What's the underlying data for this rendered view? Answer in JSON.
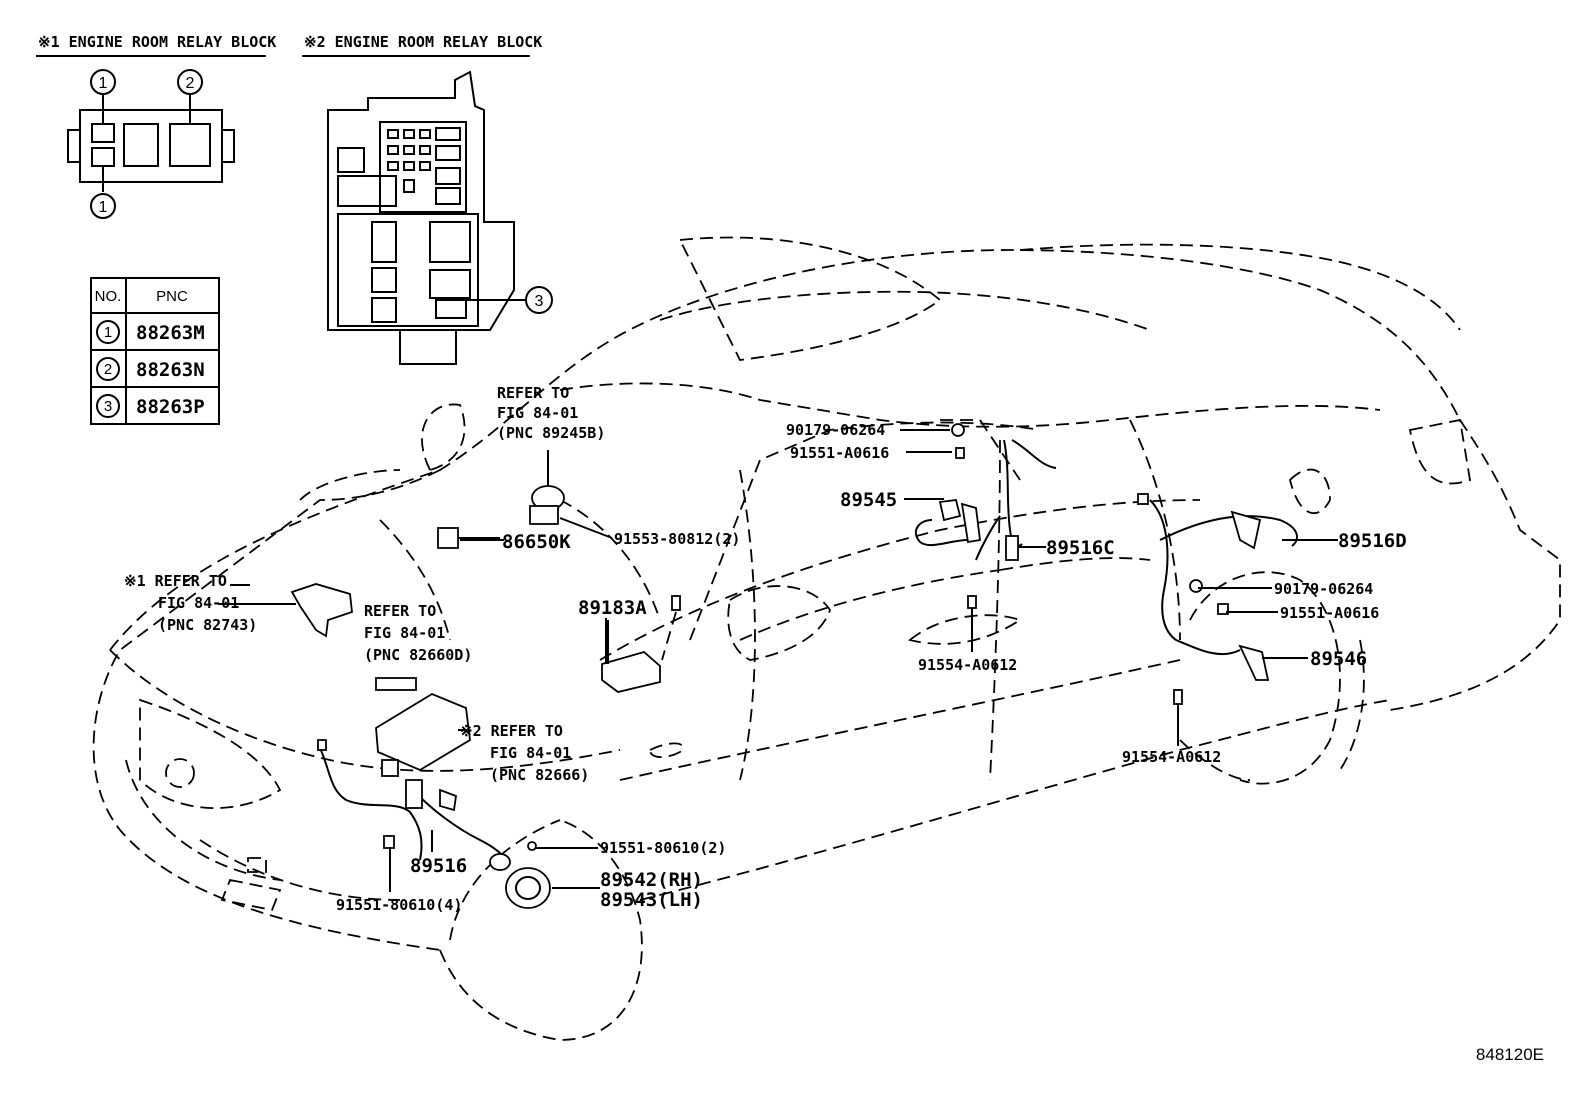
{
  "relay_block_1": {
    "title": "※1 ENGINE ROOM RELAY BLOCK",
    "marks": [
      "1",
      "2",
      "1"
    ]
  },
  "relay_block_2": {
    "title": "※2 ENGINE ROOM RELAY BLOCK",
    "mark": "3"
  },
  "pnc_table": {
    "headers": [
      "NO.",
      "PNC"
    ],
    "rows": [
      {
        "no": "1",
        "pnc": "88263M"
      },
      {
        "no": "2",
        "pnc": "88263N"
      },
      {
        "no": "3",
        "pnc": "88263P"
      }
    ]
  },
  "callouts": {
    "refer_89245b": [
      "REFER TO",
      "FIG 84-01",
      "(PNC 89245B)"
    ],
    "refer_82743": [
      "※1 REFER TO",
      "FIG 84-01",
      "(PNC 82743)"
    ],
    "refer_82660d": [
      "REFER TO",
      "FIG 84-01",
      "(PNC 82660D)"
    ],
    "refer_82666": [
      "※2 REFER TO",
      "FIG 84-01",
      "(PNC 82666)"
    ],
    "p86650k": "86650K",
    "p91553_80812": "91553-80812(2)",
    "p89183a": "89183A",
    "p90179_06264_a": "90179-06264",
    "p91551_a0616_a": "91551-A0616",
    "p89545": "89545",
    "p89516c": "89516C",
    "p91554_a0612_a": "91554-A0612",
    "p89516d": "89516D",
    "p90179_06264_b": "90179-06264",
    "p91551_a0616_b": "91551-A0616",
    "p89546": "89546",
    "p91554_a0612_b": "91554-A0612",
    "p91551_80610_2": "91551-80610(2)",
    "p89542": "89542(RH)",
    "p89543": "89543(LH)",
    "p89516": "89516",
    "p91551_80610_4": "91551-80610(4)"
  },
  "figure_id": "848120E"
}
